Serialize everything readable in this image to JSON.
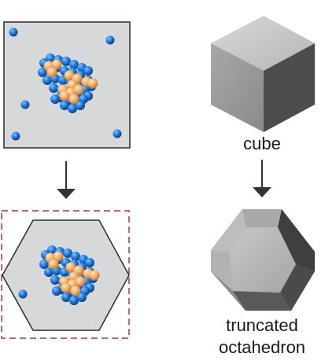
{
  "labels": {
    "cube": "cube",
    "truncated_line1": "truncated",
    "truncated_line2": "octahedron"
  },
  "colors": {
    "background": "#ffffff",
    "panel_fill": "#d7d8da",
    "panel_stroke": "#2a2a2a",
    "dashed_frame": "#b0304a",
    "blue_atom": "#1f78d6",
    "orange_atom": "#f4b06a",
    "arrow": "#333333",
    "solid_light": "#bdbdbd",
    "solid_mid": "#9a9a9a",
    "solid_dark": "#4d4d4d"
  },
  "icons": {
    "cube_shape": "cube-icon",
    "truncated_octahedron_shape": "truncated-octahedron-icon",
    "nanoparticle_cluster": "cluster-icon",
    "arrow_down": "arrow-down-icon"
  }
}
